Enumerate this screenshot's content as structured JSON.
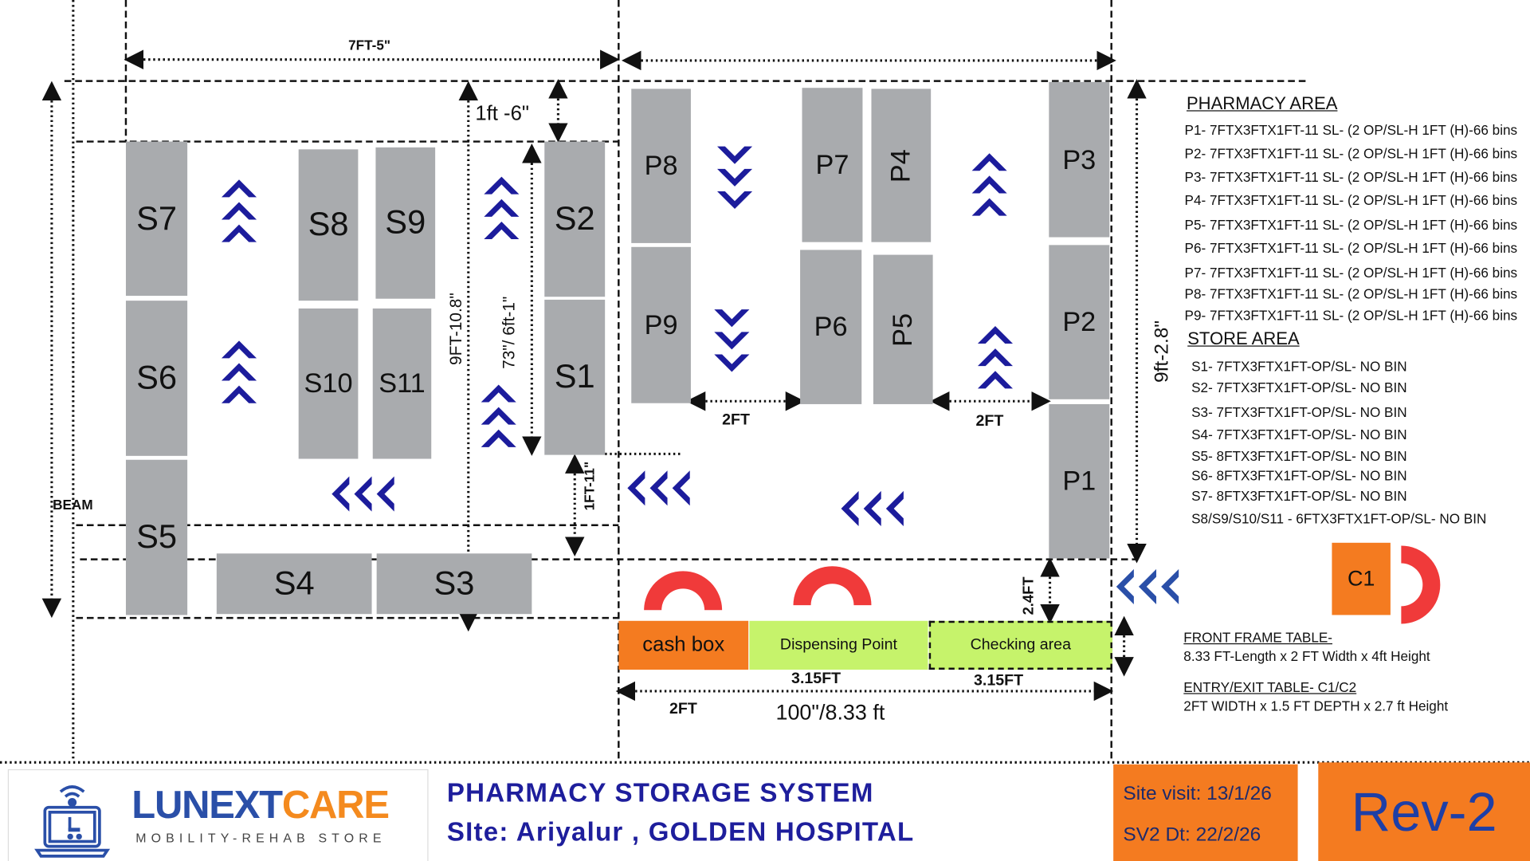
{
  "dimensions": {
    "top_width": "7FT-5\"",
    "gap_top": "1ft -6\"",
    "left_height": "9FT-10.8\"",
    "s2_s1_height": "73\"/ 6ft-1\"",
    "s1_gap": "1FT-11\"",
    "aisle_left": "2FT",
    "aisle_right": "2FT",
    "right_height": "9ft-2.8\"",
    "front_gap": "2.4FT",
    "dispensing_len": "3.15FT",
    "checking_len": "3.15FT",
    "cashbox_len": "2FT",
    "total_len": "100\"/8.33 ft",
    "beam": "BEAM"
  },
  "store_shelves": [
    "S1",
    "S2",
    "S3",
    "S4",
    "S5",
    "S6",
    "S7",
    "S8",
    "S9",
    "S10",
    "S11"
  ],
  "pharmacy_shelves": [
    "P1",
    "P2",
    "P3",
    "P4",
    "P5",
    "P6",
    "P7",
    "P8",
    "P9"
  ],
  "counters": {
    "cash_box": "cash box",
    "dispensing": "Dispensing Point",
    "checking": "Checking area",
    "c1": "C1"
  },
  "legend": {
    "pharmacy_title": "PHARMACY AREA",
    "pharmacy_items": [
      "P1- 7FTX3FTX1FT-11 SL- (2 OP/SL-H 1FT (H)-66 bins",
      "P2- 7FTX3FTX1FT-11 SL- (2 OP/SL-H 1FT (H)-66 bins",
      "P3- 7FTX3FTX1FT-11 SL- (2 OP/SL-H 1FT (H)-66 bins",
      "P4- 7FTX3FTX1FT-11 SL- (2 OP/SL-H 1FT (H)-66 bins",
      "P5- 7FTX3FTX1FT-11 SL- (2 OP/SL-H 1FT (H)-66 bins",
      "P6- 7FTX3FTX1FT-11 SL- (2 OP/SL-H 1FT (H)-66 bins",
      "P7-  7FTX3FTX1FT-11 SL- (2 OP/SL-H 1FT (H)-66 bins",
      "P8-  7FTX3FTX1FT-11 SL- (2 OP/SL-H 1FT (H)-66 bins",
      "P9-  7FTX3FTX1FT-11 SL- (2 OP/SL-H 1FT (H)-66 bins"
    ],
    "store_title": "STORE AREA",
    "store_items": [
      "S1- 7FTX3FTX1FT-OP/SL- NO BIN",
      "S2- 7FTX3FTX1FT-OP/SL- NO BIN",
      "S3- 7FTX3FTX1FT-OP/SL- NO BIN",
      "S4- 7FTX3FTX1FT-OP/SL- NO BIN",
      "S5- 8FTX3FTX1FT-OP/SL- NO BIN",
      "S6- 8FTX3FTX1FT-OP/SL- NO BIN",
      "S7- 8FTX3FTX1FT-OP/SL- NO BIN",
      "S8/S9/S10/S11 - 6FTX3FTX1FT-OP/SL- NO BIN"
    ],
    "front_title": "FRONT FRAME TABLE-",
    "front_desc": "8.33 FT-Length x 2 FT Width x 4ft Height",
    "entry_title": "ENTRY/EXIT TABLE- C1/C2",
    "entry_desc": "2FT WIDTH x 1.5 FT DEPTH x 2.7 ft Height"
  },
  "footer": {
    "logo_brand_a": "LUNEXT",
    "logo_brand_b": "CARE",
    "logo_tagline": "MOBILITY-REHAB STORE",
    "title": "PHARMACY STORAGE SYSTEM",
    "site": "SIte: Ariyalur , GOLDEN HOSPITAL",
    "site_visit": "Site visit: 13/1/26",
    "sv2": "SV2 Dt: 22/2/26",
    "revision": "Rev-2"
  },
  "colors": {
    "shelf": "#a9abae",
    "chevron": "#1c1c9c",
    "orange": "#f47b20",
    "green": "#c6f36b",
    "red": "#f03a3a",
    "blue_text": "#1e3fa6"
  }
}
